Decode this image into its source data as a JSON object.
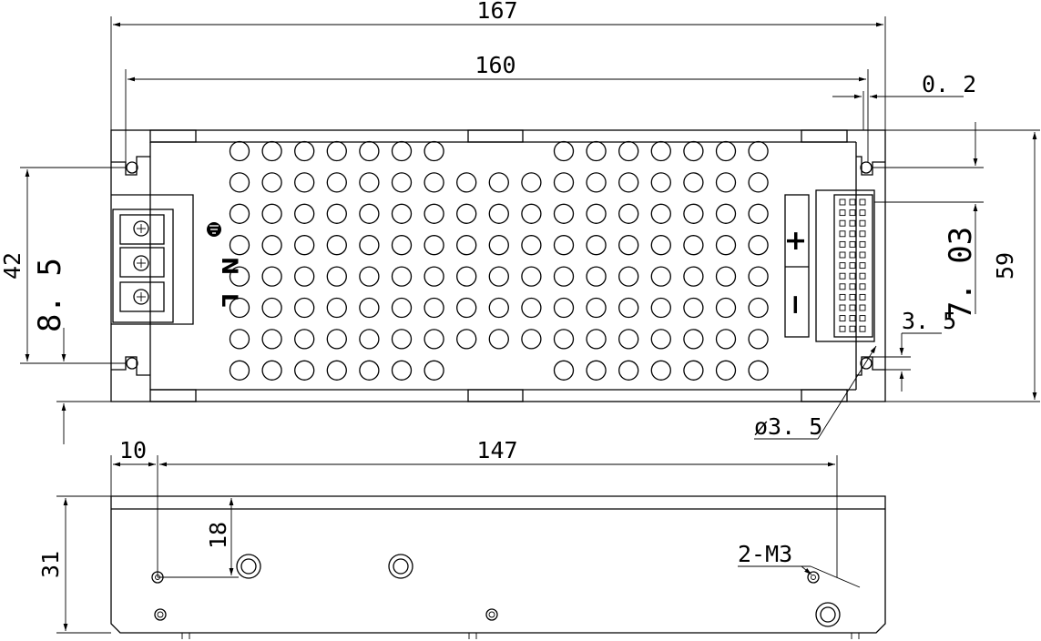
{
  "dimensions": {
    "top_overall_width": "167",
    "top_inner_width": "160",
    "right_offset": "0. 2",
    "terminal_y_offset": "7. 03",
    "right_height": "59",
    "slot_width": "3. 5",
    "hole_diameter": "ø3. 5",
    "mount_hole_spacing": "42",
    "bottom_edge_offset": "8. 5",
    "bottom_left_offset": "10",
    "bottom_hole_spacing": "147",
    "side_height": "31",
    "hole_height": "18",
    "thread_label": "2-M3"
  },
  "terminal_labels": {
    "neutral": "N",
    "line": "L"
  },
  "output_labels": {
    "positive": "+",
    "negative": "−"
  }
}
